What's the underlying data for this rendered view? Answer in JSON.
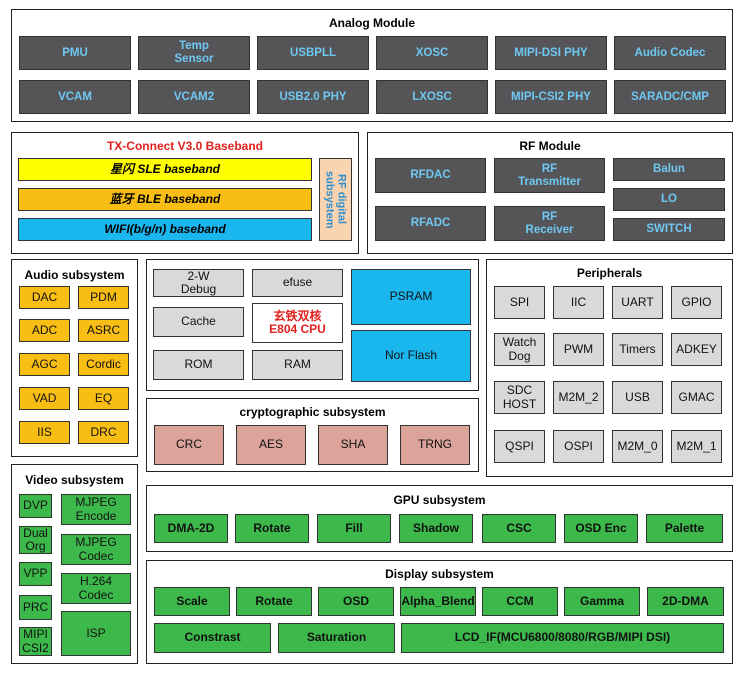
{
  "analog": {
    "title": "Analog Module",
    "row1": [
      "PMU",
      "Temp\nSensor",
      "USBPLL",
      "XOSC",
      "MIPI-DSI PHY",
      "Audio Codec"
    ],
    "row2": [
      "VCAM",
      "VCAM2",
      "USB2.0 PHY",
      "LXOSC",
      "MIPI-CSI2 PHY",
      "SARADC/CMP"
    ]
  },
  "txconnect": {
    "title": "TX-Connect V3.0 Baseband",
    "sle": "星闪 SLE baseband",
    "ble": "蓝牙 BLE baseband",
    "wifi": "WIFI(b/g/n) baseband",
    "rf_digital": "RF digital\nsubsystem"
  },
  "rf": {
    "title": "RF Module",
    "rfdac": "RFDAC",
    "rfadc": "RFADC",
    "transmitter": "RF\nTransmitter",
    "receiver": "RF\nReceiver",
    "balun": "Balun",
    "lo": "LO",
    "switch": "SWITCH"
  },
  "audio": {
    "title": "Audio subsystem",
    "items": [
      "DAC",
      "PDM",
      "ADC",
      "ASRC",
      "AGC",
      "Cordic",
      "VAD",
      "EQ",
      "IIS",
      "DRC"
    ]
  },
  "cpu": {
    "debug": "2-W\nDebug",
    "efuse": "efuse",
    "cache": "Cache",
    "cpu_line1": "玄铁双核",
    "cpu_line2": "E804 CPU",
    "rom": "ROM",
    "ram": "RAM",
    "psram": "PSRAM",
    "norflash": "Nor Flash"
  },
  "crypto": {
    "title": "cryptographic subsystem",
    "items": [
      "CRC",
      "AES",
      "SHA",
      "TRNG"
    ]
  },
  "peripherals": {
    "title": "Peripherals",
    "items": [
      "SPI",
      "IIC",
      "UART",
      "GPIO",
      "Watch\nDog",
      "PWM",
      "Timers",
      "ADKEY",
      "SDC\nHOST",
      "M2M_2",
      "USB",
      "GMAC",
      "QSPI",
      "OSPI",
      "M2M_0",
      "M2M_1"
    ]
  },
  "video": {
    "title": "Video subsystem",
    "dvp": "DVP",
    "dualorg": "Dual\nOrg",
    "vpp": "VPP",
    "prc": "PRC",
    "mipicsi2": "MIPI\nCSI2",
    "mjpeg_encode": "MJPEG\nEncode",
    "mjpeg_codec": "MJPEG\nCodec",
    "h264": "H.264\nCodec",
    "isp": "ISP"
  },
  "gpu": {
    "title": "GPU subsystem",
    "items": [
      "DMA-2D",
      "Rotate",
      "Fill",
      "Shadow",
      "CSC",
      "OSD Enc",
      "Palette"
    ]
  },
  "display": {
    "title": "Display subsystem",
    "row1": [
      "Scale",
      "Rotate",
      "OSD",
      "Alpha_Blend",
      "CCM",
      "Gamma",
      "2D-DMA"
    ],
    "constrast": "Constrast",
    "saturation": "Saturation",
    "lcd": "LCD_IF(MCU6800/8080/RGB/MIPI DSI)"
  },
  "colors": {
    "dark_block": "#555557",
    "dark_text": "#6fc8f3",
    "gold": "#f8be13",
    "cyan": "#1ab6ee",
    "pink": "#dba39a",
    "green": "#3cb94a",
    "gray": "#d9d9d9",
    "red_title": "#e0211d"
  }
}
